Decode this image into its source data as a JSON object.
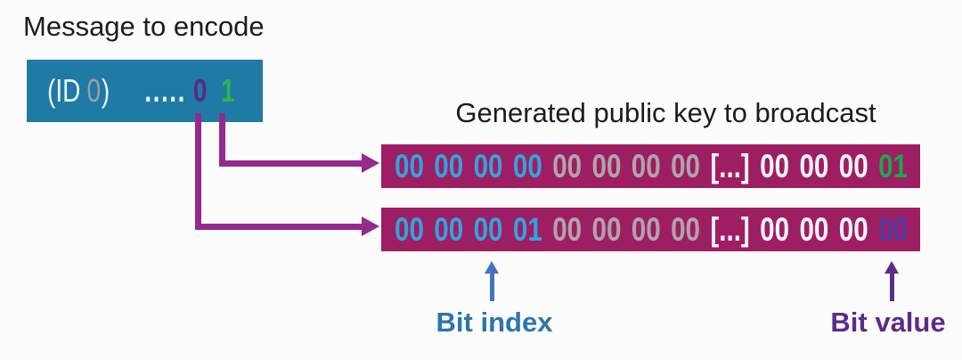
{
  "colors": {
    "background": "#fcfcfc",
    "title_text": "#1c1c1c",
    "message_box_bg": "#1f7aa5",
    "bar_bg": "#9e1e63",
    "connector_arrow": "#942a8c",
    "bit_index_arrow": "#4472c4",
    "bit_value_arrow": "#5b2b8a",
    "bit_index_label": "#2b76ad",
    "bit_value_label": "#5b2b8a",
    "hex_blue": "#35a2dc",
    "hex_gray": "#b1a3ab",
    "hex_white": "#fdf3f8",
    "hex_green": "#21a44f",
    "hex_indigo": "#4a3ba5"
  },
  "message": {
    "title": "Message to encode",
    "box_tokens": [
      {
        "k": "id-open",
        "t": "(ID",
        "c": "#eaf5fa",
        "bold": false
      },
      {
        "k": "id-zero",
        "t": "0",
        "c": "#9aa0a2",
        "bold": false
      },
      {
        "k": "id-close",
        "t": ")",
        "c": "#eaf5fa",
        "bold": false
      },
      {
        "k": "dots",
        "t": ".....",
        "c": "#eaf5fa",
        "bold": true
      },
      {
        "k": "bit-zero",
        "t": "0",
        "c": "#5a2a85",
        "bold": true
      },
      {
        "k": "bit-one",
        "t": "1",
        "c": "#2fb44e",
        "bold": true
      }
    ]
  },
  "pubkey": {
    "title": "Generated public key to broadcast",
    "bars": [
      {
        "name": "public-key-row-bit1",
        "tokens": [
          {
            "t": "00",
            "c": "#35a2dc"
          },
          {
            "t": "00",
            "c": "#35a2dc"
          },
          {
            "t": "00",
            "c": "#35a2dc"
          },
          {
            "t": "00",
            "c": "#35a2dc"
          },
          {
            "t": "00",
            "c": "#b1a3ab"
          },
          {
            "t": "00",
            "c": "#b1a3ab"
          },
          {
            "t": "00",
            "c": "#b1a3ab"
          },
          {
            "t": "00",
            "c": "#b1a3ab"
          },
          {
            "t": "[...]",
            "c": "#fdf3f8"
          },
          {
            "t": "00",
            "c": "#fdf3f8"
          },
          {
            "t": "00",
            "c": "#fdf3f8"
          },
          {
            "t": "00",
            "c": "#fdf3f8"
          },
          {
            "t": "01",
            "c": "#21a44f"
          }
        ]
      },
      {
        "name": "public-key-row-bit0",
        "tokens": [
          {
            "t": "00",
            "c": "#35a2dc"
          },
          {
            "t": "00",
            "c": "#35a2dc"
          },
          {
            "t": "00",
            "c": "#35a2dc"
          },
          {
            "t": "01",
            "c": "#35a2dc"
          },
          {
            "t": "00",
            "c": "#b1a3ab"
          },
          {
            "t": "00",
            "c": "#b1a3ab"
          },
          {
            "t": "00",
            "c": "#b1a3ab"
          },
          {
            "t": "00",
            "c": "#b1a3ab"
          },
          {
            "t": "[...]",
            "c": "#fdf3f8"
          },
          {
            "t": "00",
            "c": "#fdf3f8"
          },
          {
            "t": "00",
            "c": "#fdf3f8"
          },
          {
            "t": "00",
            "c": "#fdf3f8"
          },
          {
            "t": "00",
            "c": "#4a3ba5"
          }
        ]
      }
    ]
  },
  "annotations": {
    "bit_index": "Bit index",
    "bit_value": "Bit value"
  }
}
